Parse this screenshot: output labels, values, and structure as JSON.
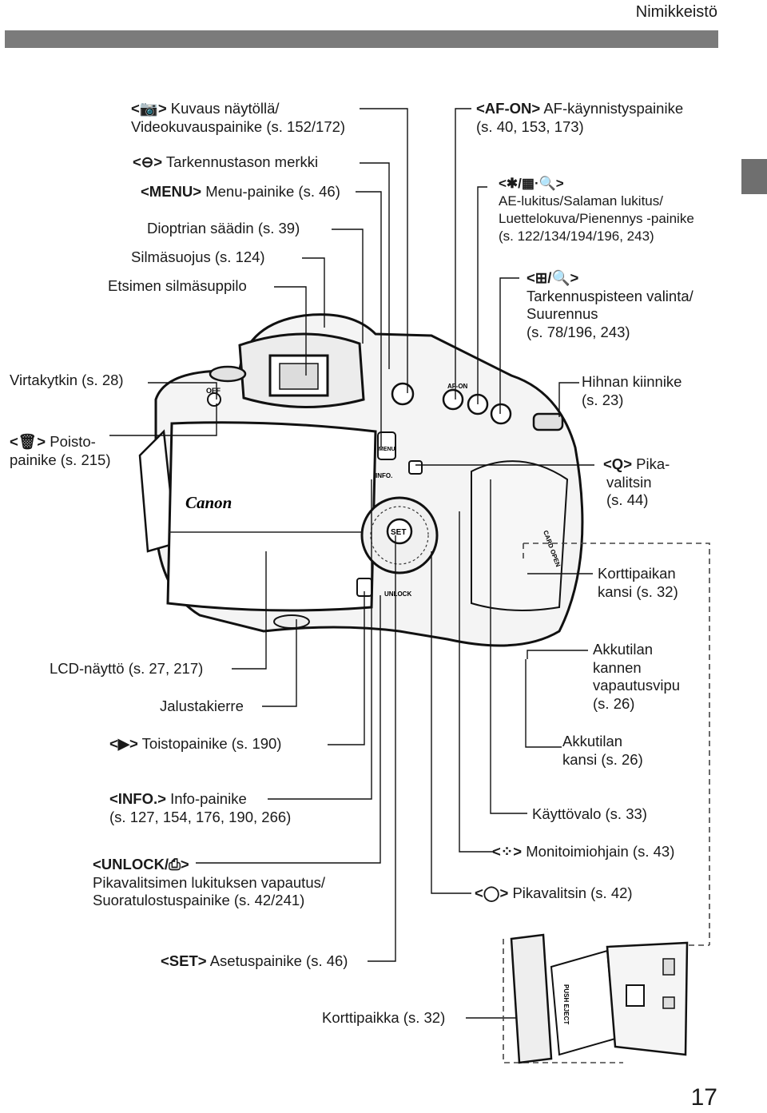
{
  "header": {
    "section_title": "Nimikkeistö",
    "page_number": "17"
  },
  "labels": {
    "live_view": {
      "symbol": "<📷>",
      "line1": "Kuvaus näytöllä/",
      "line2": "Videokuvauspainike (s. 152/172)"
    },
    "focal_plane": {
      "symbol": "<⊖>",
      "text": "Tarkennustason merkki"
    },
    "menu": {
      "symbol": "<MENU>",
      "text": "Menu-painike (s. 46)"
    },
    "dioptric": {
      "text": "Dioptrian säädin (s. 39)"
    },
    "eyecup": {
      "text": "Silmäsuojus (s. 124)"
    },
    "eyepiece": {
      "text": "Etsimen silmäsuppilo"
    },
    "power": {
      "text": "Virtakytkin (s. 28)"
    },
    "erase": {
      "symbol": "<🗑>",
      "line1": "Poisto-",
      "line2": "painike (s. 215)"
    },
    "af_on": {
      "symbol": "<AF-ON>",
      "line1": "AF-käynnistyspainike",
      "line2": "(s. 40, 153, 173)"
    },
    "ae_lock": {
      "symbol": "<✱/▦·🔍>",
      "line1": "AE-lukitus/Salaman lukitus/",
      "line2": "Luettelokuva/Pienennys -painike",
      "line3": "(s. 122/134/194/196, 243)"
    },
    "af_point": {
      "symbol": "<⊞/🔍>",
      "line1": "Tarkennuspisteen valinta/",
      "line2": "Suurennus",
      "line3": "(s. 78/196, 243)"
    },
    "strap": {
      "line1": "Hihnan kiinnike",
      "line2": "(s. 23)"
    },
    "quick_control": {
      "symbol": "<Q>",
      "line1": "Pika-",
      "line2": "valitsin",
      "line3": "(s. 44)"
    },
    "card_cover": {
      "line1": "Korttipaikan",
      "line2": "kansi (s. 32)"
    },
    "lcd": {
      "text": "LCD-näyttö (s. 27, 217)"
    },
    "tripod": {
      "text": "Jalustakierre"
    },
    "battery_lever": {
      "line1": "Akkutilan",
      "line2": "kannen",
      "line3": "vapautusvipu",
      "line4": "(s. 26)"
    },
    "playback": {
      "symbol": "<▶>",
      "text": "Toistopainike (s. 190)"
    },
    "battery_cover": {
      "line1": "Akkutilan",
      "line2": "kansi (s. 26)"
    },
    "info": {
      "symbol": "<INFO.>",
      "line1": "Info-painike",
      "line2": "(s. 127, 154, 176, 190, 266)"
    },
    "access_lamp": {
      "text": "Käyttövalo (s. 33)"
    },
    "multi_controller": {
      "symbol": "<⁘>",
      "text": "Monitoimiohjain (s. 43)"
    },
    "unlock": {
      "symbol": "<UNLOCK/⎙>",
      "line1": "Pikavalitsimen lukituksen vapautus/",
      "line2": "Suoratulostuspainike (s. 42/241)"
    },
    "quick_dial": {
      "symbol": "<◯>",
      "text": "Pikavalitsin (s. 42)"
    },
    "set": {
      "symbol": "<SET>",
      "text": "Asetuspainike (s. 46)"
    },
    "card_slot": {
      "text": "Korttipaikka (s. 32)"
    }
  },
  "camera": {
    "brand": "Canon",
    "button_labels": {
      "menu": "MENU",
      "info": "INFO.",
      "unlock": "UNLOCK",
      "set": "SET",
      "af_on": "AF-ON",
      "off": "OFF",
      "card_open": "CARD OPEN",
      "push_eject": "PUSH EJECT"
    }
  }
}
